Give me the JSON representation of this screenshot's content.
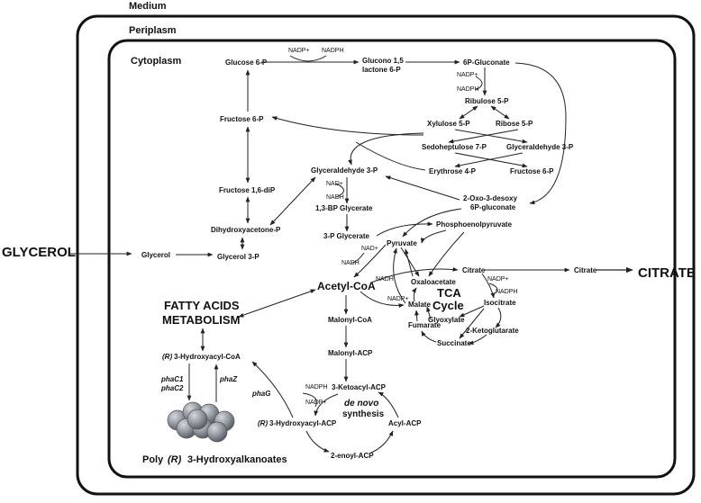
{
  "compartments": {
    "medium": "Medium",
    "periplasm": "Periplasm",
    "cytoplasm": "Cytoplasm"
  },
  "external": {
    "glycerol": "GLYCEROL",
    "citrate": "CITRATE"
  },
  "cofactors": {
    "nadp": "NADP+",
    "nadph": "NADPH",
    "nad": "NAD+",
    "nadh": "NADH"
  },
  "metabolites": {
    "glucose_6p": "Glucose 6-P",
    "gluconolactone_1": "Glucono 1,5",
    "gluconolactone_2": "lactone 6-P",
    "gluconate_6p": "6P-Gluconate",
    "ribulose_5p": "Ribulose 5-P",
    "xylulose_5p": "Xylulose 5-P",
    "ribose_5p": "Ribose 5-P",
    "sedoheptulose_7p": "Sedoheptulose 7-P",
    "glyceraldehyde_3p_ppp": "Glyceraldehyde 3-P",
    "erythrose_4p": "Erythrose 4-P",
    "fructose_6p_ppp": "Fructose 6-P",
    "fructose_6p": "Fructose 6-P",
    "glyceraldehyde_3p": "Glyceraldehyde 3-P",
    "fructose_16dip": "Fructose 1,6-diP",
    "kdpg_1": "2-Oxo-3-desoxy",
    "kdpg_2": "6P-gluconate",
    "bpg_13": "1,3-BP Glycerate",
    "dhap": "Dihydroxyacetone-P",
    "pep": "Phosphoenolpyruvate",
    "glycerate_3p": "3-P Glycerate",
    "glycerol_in": "Glycerol",
    "glycerol_3p": "Glycerol 3-P",
    "pyruvate": "Pyruvate",
    "citrate_tca": "Citrate",
    "citrate_out": "Citrate",
    "acetyl_coa": "Acetyl-CoA",
    "oxaloacetate": "Oxaloacetate",
    "isocitrate": "Isocitrate",
    "malate": "Malate",
    "glyoxylate": "Glyoxylate",
    "fumarate": "Fumarate",
    "ketoglutarate": "2-Ketoglutarate",
    "succinate": "Succinate",
    "malonyl_coa": "Malonyl-CoA",
    "malonyl_acp": "Malonyl-ACP",
    "ketoacyl_acp": "3-Ketoacyl-ACP",
    "hydroxyacyl_acp": "3-Hydroxyacyl-ACP",
    "acyl_acp": "Acyl-ACP",
    "enoyl_acp": "2-enoyl-ACP",
    "hydroxyacyl_coa": "3-Hydroxyacyl-CoA",
    "r_label": "(R)"
  },
  "pathways": {
    "tca_1": "TCA",
    "tca_2": "Cycle",
    "fatty_acids_1": "FATTY ACIDS",
    "fatty_acids_2": "METABOLISM",
    "de_novo_1": "de novo",
    "de_novo_2": "synthesis",
    "pha_prefix": "Poly",
    "pha_r": "(R)",
    "pha_suffix": "3-Hydroxyalkanoates"
  },
  "genes": {
    "phac1": "phaC1",
    "phac2": "phaC2",
    "phaz": "phaZ",
    "phag": "phaG"
  },
  "colors": {
    "line": "#222222",
    "granule": "#8f949c",
    "granule_highlight": "#c9ccd1"
  }
}
